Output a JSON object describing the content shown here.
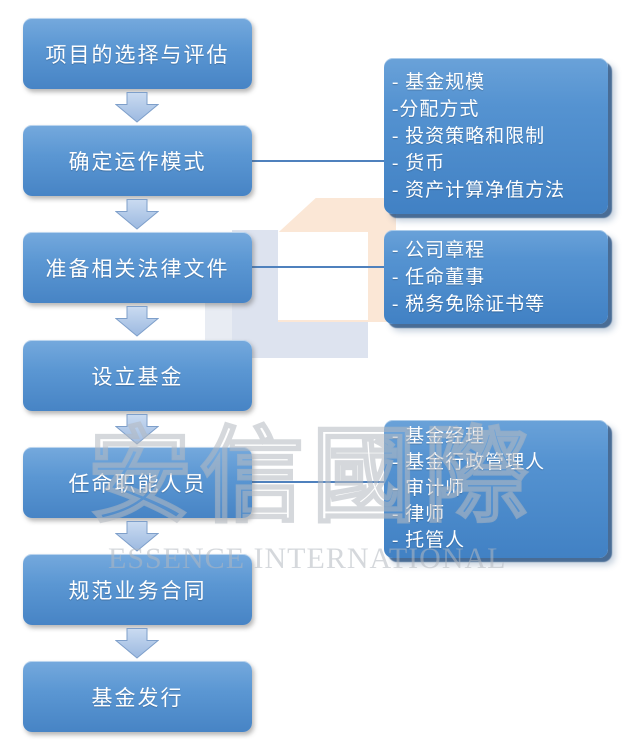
{
  "flow": {
    "steps": [
      {
        "label": "项目的选择与评估"
      },
      {
        "label": "确定运作模式"
      },
      {
        "label": "准备相关法律文件"
      },
      {
        "label": "设立基金"
      },
      {
        "label": "任命职能人员"
      },
      {
        "label": "规范业务合同"
      },
      {
        "label": "基金发行"
      }
    ],
    "callouts": [
      {
        "items": [
          "- 基金规模",
          "-分配方式",
          "- 投资策略和限制",
          "- 货币",
          "- 资产计算净值方法"
        ]
      },
      {
        "items": [
          "- 公司章程",
          "- 任命董事",
          "- 税务免除证书等"
        ]
      },
      {
        "items": [
          "- 基金经理",
          "- 基金行政管理人",
          "- 审计师",
          "- 律师",
          "- 托管人"
        ]
      }
    ]
  },
  "watermark": {
    "cn": "安信國際",
    "en": "ESSENCE INTERNATIONAL"
  },
  "colors": {
    "box_blue_top": "#75a9dd",
    "box_blue_bottom": "#4784c5",
    "connector_blue": "#4f81bd",
    "arrow_fill_top": "#cadbf1",
    "arrow_fill_bottom": "#9cb9e0",
    "arrow_stroke": "#7e9fca",
    "callout_shadow_navy": "#1f4b7d",
    "logo_peach": "#fbe7d6",
    "logo_gray": "#dde3ef"
  }
}
